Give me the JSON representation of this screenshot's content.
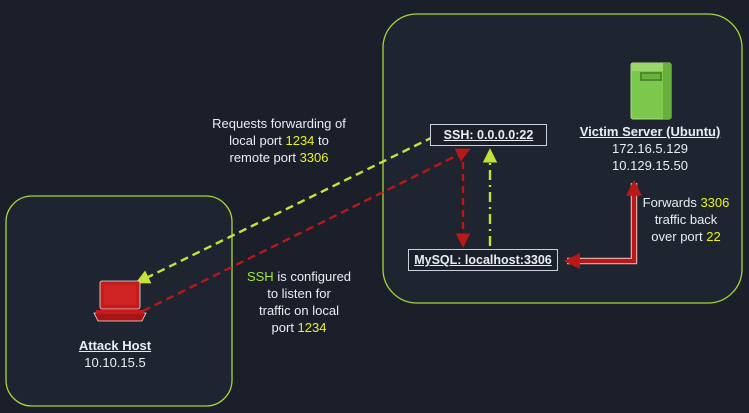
{
  "attack_host": {
    "title": "Attack Host",
    "ip": "10.10.15.5"
  },
  "victim_server": {
    "title": "Victim Server (Ubuntu)",
    "ip1": "172.16.5.129",
    "ip2": "10.129.15.50"
  },
  "ssh_box": {
    "label": "SSH: 0.0.0.0:22"
  },
  "mysql_box": {
    "label": "MySQL: localhost:3306"
  },
  "note_requests": {
    "l1": "Requests forwarding of",
    "l2_pre": "local port ",
    "l2_num": "1234",
    "l2_post": " to",
    "l3_pre": "remote port ",
    "l3_num": "3306"
  },
  "note_ssh": {
    "l1_word": "SSH",
    "l1_rest": " is configured",
    "l2": "to listen for",
    "l3": "traffic on local",
    "l4_pre": "port ",
    "l4_num": "1234"
  },
  "note_forwards": {
    "l1_pre": "Forwards ",
    "l1_num": "3306",
    "l2": "traffic back",
    "l3_pre": "over port ",
    "l3_num": "22"
  },
  "colors": {
    "background": "#1b1f2a",
    "zone_border": "#a5d63a",
    "green_arrow": "#c6e23a",
    "red_arrow": "#b81818",
    "server_green": "#7cc84c",
    "laptop_red": "#c41c1c"
  }
}
